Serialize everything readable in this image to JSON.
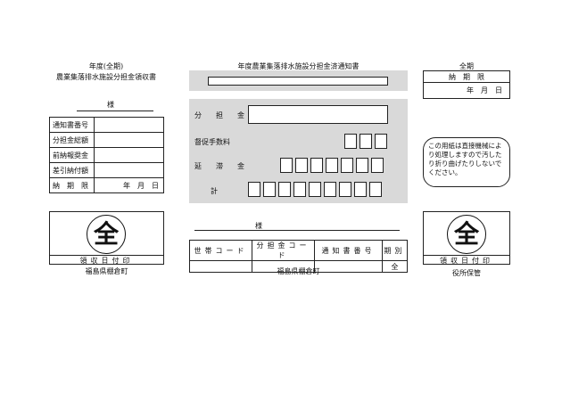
{
  "left": {
    "year_line": "年度(全期)",
    "title": "農業集落排水施設分担金領収書",
    "sama": "様",
    "rows": [
      {
        "label": "通知書番号",
        "value": ""
      },
      {
        "label": "分担金総額",
        "value": ""
      },
      {
        "label": "前納報奨金",
        "value": ""
      },
      {
        "label": "差引納付額",
        "value": ""
      },
      {
        "label": "納　期　限",
        "value": "年　月　日"
      }
    ],
    "stamp_glyph": "全",
    "stamp_caption": "領収日付印",
    "footer": "福島県棚倉町"
  },
  "center": {
    "title": "年度農業集落排水施設分担金済通知書",
    "fields": {
      "buntan": "分　担　金",
      "tokusoku": "督促手数料",
      "entai": "延　滞　金",
      "kei": "計"
    },
    "sama": "様",
    "code_headers": [
      "世帯コード",
      "分担金コード",
      "通知書番号",
      "期別"
    ],
    "code_values": [
      "",
      "",
      "",
      "全"
    ],
    "footer": "福島県棚倉町"
  },
  "right": {
    "period": "全期",
    "due_label": "納　期　限",
    "due_value": "年　月　日",
    "notice": "この用紙は直接機械により処理しますので汚したり折り曲げたりしないでください。",
    "stamp_glyph": "全",
    "stamp_caption": "領収日付印",
    "footer": "役所保管"
  }
}
